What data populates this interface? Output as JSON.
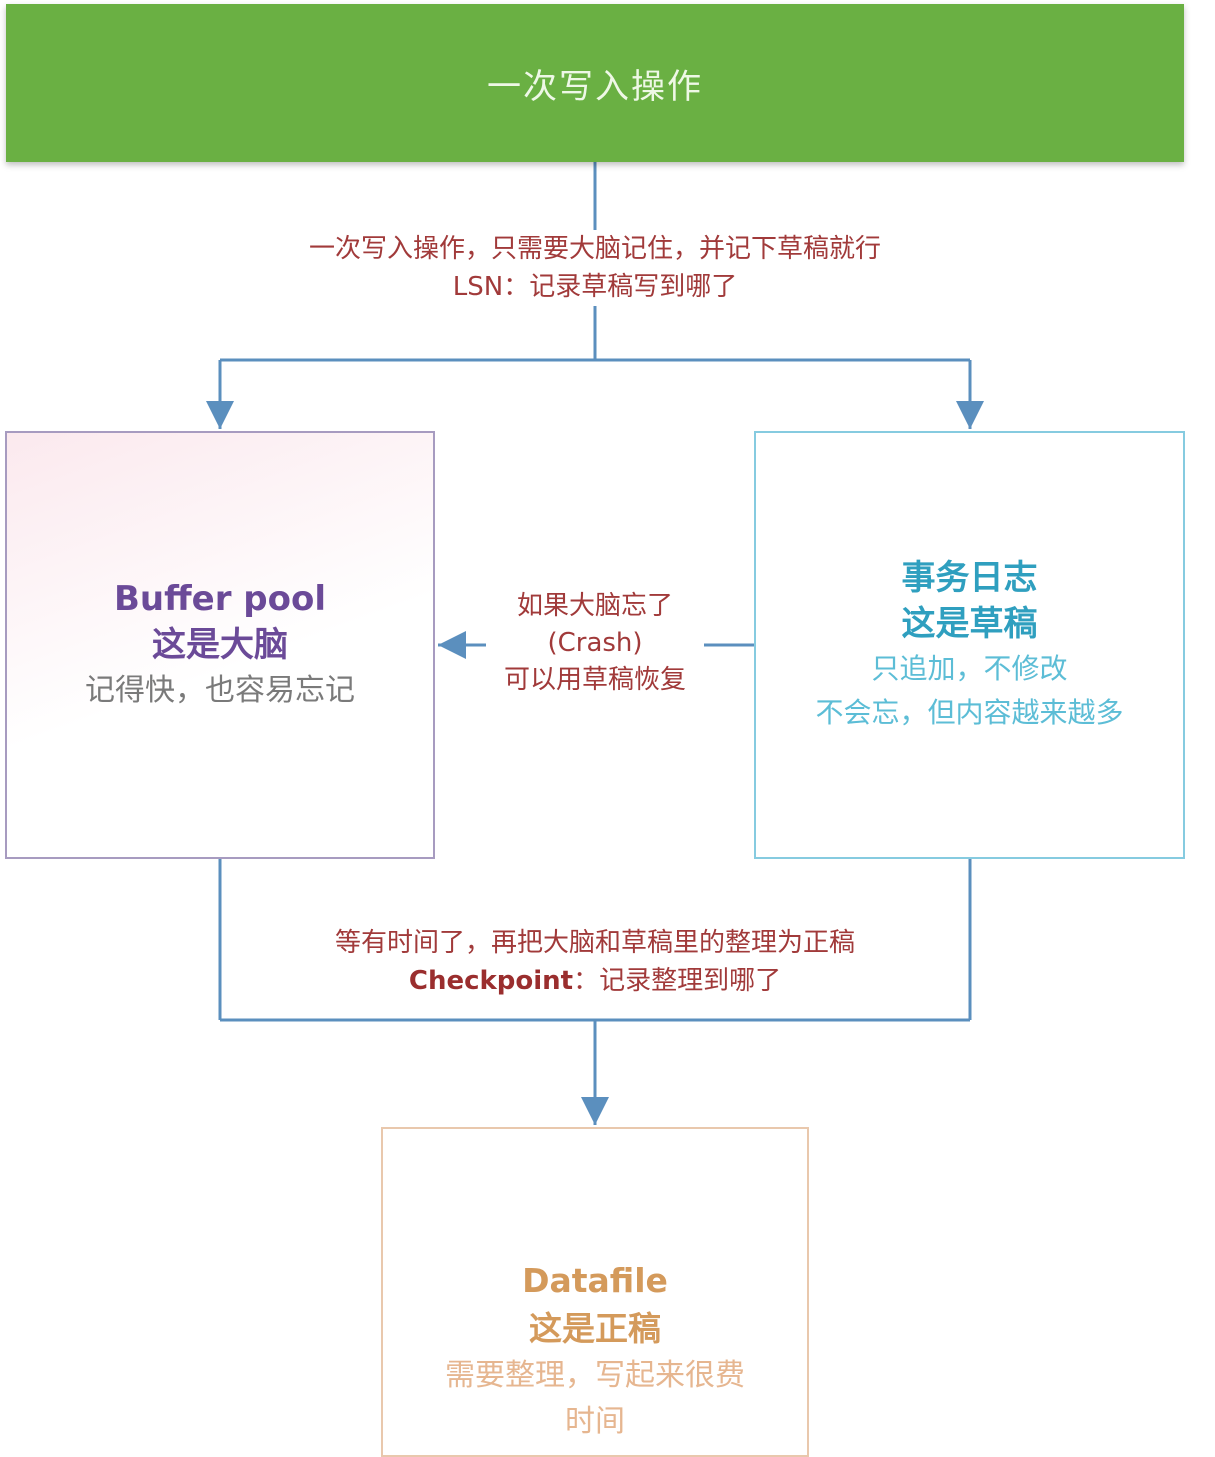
{
  "top_box": {
    "label": "一次写入操作"
  },
  "label_top": {
    "line1": "一次写入操作，只需要大脑记住，并记下草稿就行",
    "line2": "LSN：记录草稿写到哪了"
  },
  "buffer_pool": {
    "title": "Buffer pool",
    "subtitle": "这是大脑",
    "desc": "记得快，也容易忘记"
  },
  "tx_log": {
    "title": "事务日志",
    "subtitle": "这是草稿",
    "desc1": "只追加，不修改",
    "desc2": "不会忘，但内容越来越多"
  },
  "crash_label": {
    "line1": "如果大脑忘了",
    "line2": "(Crash)",
    "line3": "可以用草稿恢复"
  },
  "label_bottom": {
    "line1": "等有时间了，再把大脑和草稿里的整理为正稿",
    "checkpoint": "Checkpoint",
    "line2_rest": "：记录整理到哪了"
  },
  "datafile": {
    "title": "Datafile",
    "subtitle": "这是正稿",
    "desc1": "需要整理，写起来很费",
    "desc2": "时间"
  },
  "colors": {
    "connector": "#5b8fbe",
    "top_box": "#6ab043",
    "label_text": "#a13a3a"
  }
}
